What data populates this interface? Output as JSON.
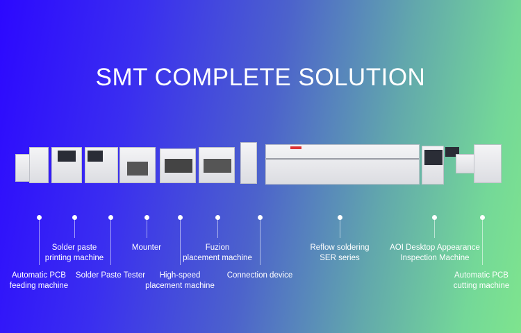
{
  "title": "SMT COMPLETE SOLUTION",
  "items": [
    {
      "label1": "Automatic PCB",
      "label2": "feeding machine"
    },
    {
      "label1": "Solder paste",
      "label2": "printing machine"
    },
    {
      "label1": "Solder Paste Tester",
      "label2": ""
    },
    {
      "label1": "Mounter",
      "label2": ""
    },
    {
      "label1": "High-speed",
      "label2": "placement machine"
    },
    {
      "label1": "Fuzion",
      "label2": "placement machine"
    },
    {
      "label1": "Connection device",
      "label2": ""
    },
    {
      "label1": "Reflow soldering",
      "label2": "SER series"
    },
    {
      "label1": "AOI Desktop Appearance",
      "label2": "Inspection Machine"
    },
    {
      "label1": "Automatic PCB",
      "label2": "cutting machine"
    }
  ]
}
